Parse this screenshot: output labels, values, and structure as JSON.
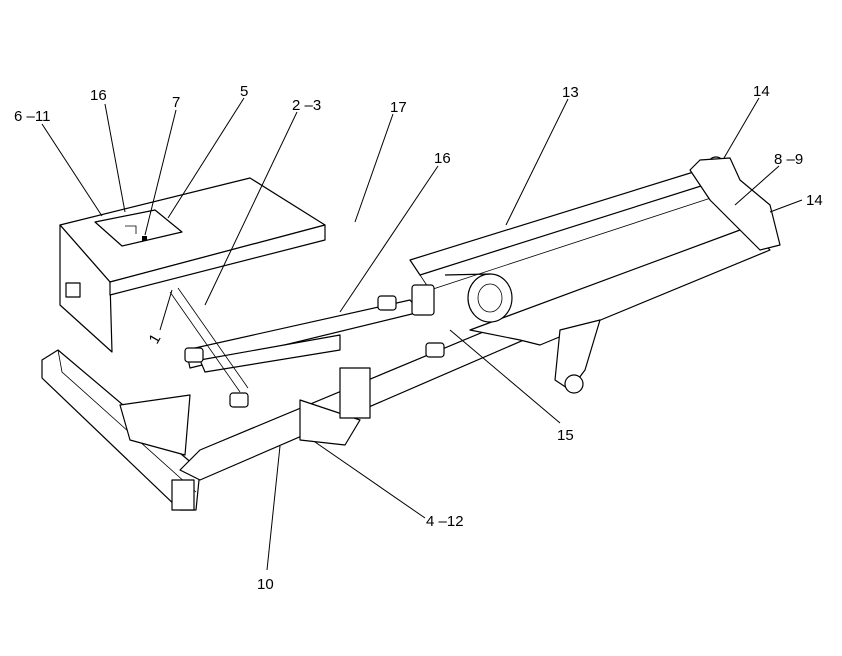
{
  "callouts": [
    {
      "id": "c-6-11",
      "text": "6 –11"
    },
    {
      "id": "c-16a",
      "text": "16"
    },
    {
      "id": "c-7",
      "text": "7"
    },
    {
      "id": "c-5",
      "text": "5"
    },
    {
      "id": "c-2-3",
      "text": "2 –3"
    },
    {
      "id": "c-17",
      "text": "17"
    },
    {
      "id": "c-16b",
      "text": "16"
    },
    {
      "id": "c-13",
      "text": "13"
    },
    {
      "id": "c-14a",
      "text": "14"
    },
    {
      "id": "c-8-9",
      "text": "8 –9"
    },
    {
      "id": "c-14b",
      "text": "14"
    },
    {
      "id": "c-1",
      "text": "1"
    },
    {
      "id": "c-15",
      "text": "15"
    },
    {
      "id": "c-4-12",
      "text": "4 –12"
    },
    {
      "id": "c-10",
      "text": "10"
    }
  ]
}
